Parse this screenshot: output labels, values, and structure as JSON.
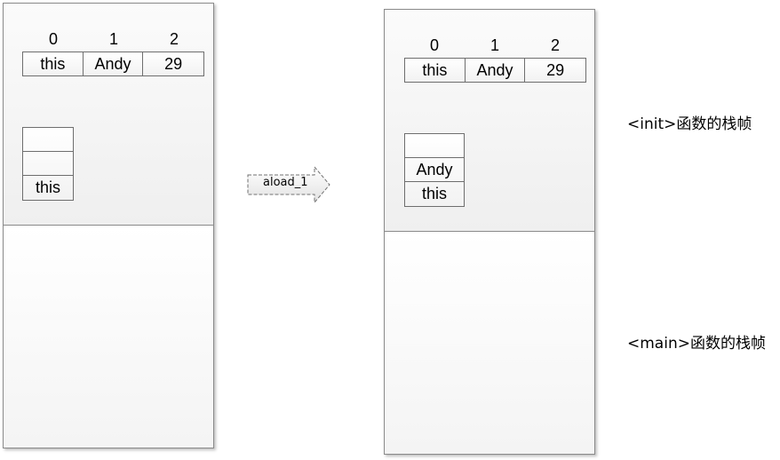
{
  "left_frame": {
    "locals": {
      "indices": [
        "0",
        "1",
        "2"
      ],
      "values": [
        "this",
        "Andy",
        "29"
      ]
    },
    "operand_stack": [
      "",
      "",
      "this"
    ]
  },
  "instruction": {
    "label": "aload_1"
  },
  "right_frame": {
    "locals": {
      "indices": [
        "0",
        "1",
        "2"
      ],
      "values": [
        "this",
        "Andy",
        "29"
      ]
    },
    "operand_stack": [
      "",
      "Andy",
      "this"
    ]
  },
  "labels": {
    "init_frame": "<init>函数的栈帧",
    "main_frame": "<main>函数的栈帧"
  }
}
